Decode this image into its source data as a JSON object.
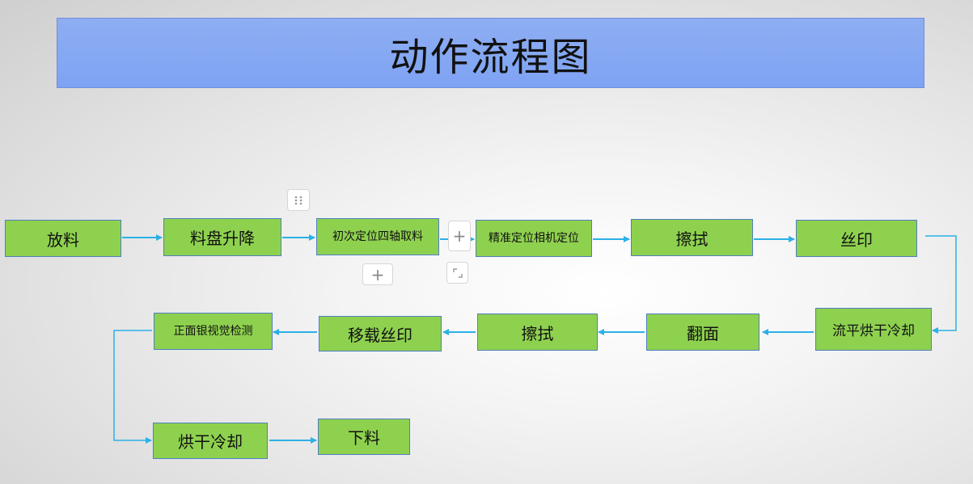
{
  "title": "动作流程图",
  "colors": {
    "node_fill": "#8ed14f",
    "node_border": "#4f7fc0",
    "arrow": "#2bb0e8",
    "banner": "#7ea3f3"
  },
  "nodes": [
    {
      "id": "n1",
      "label": "放料"
    },
    {
      "id": "n2",
      "label": "料盘升降"
    },
    {
      "id": "n3",
      "label": "初次定位四轴取料"
    },
    {
      "id": "n4",
      "label": "精准定位相机定位"
    },
    {
      "id": "n5",
      "label": "擦拭"
    },
    {
      "id": "n6",
      "label": "丝印"
    },
    {
      "id": "n7",
      "label": "流平烘干冷却"
    },
    {
      "id": "n8",
      "label": "翻面"
    },
    {
      "id": "n9",
      "label": "擦拭"
    },
    {
      "id": "n10",
      "label": "移载丝印"
    },
    {
      "id": "n11",
      "label": "正面银视觉检测"
    },
    {
      "id": "n12",
      "label": "烘干冷却"
    },
    {
      "id": "n13",
      "label": "下料"
    }
  ],
  "edges": [
    {
      "from": "放料",
      "to": "料盘升降"
    },
    {
      "from": "料盘升降",
      "to": "初次定位四轴取料"
    },
    {
      "from": "初次定位四轴取料",
      "to": "精准定位相机定位"
    },
    {
      "from": "精准定位相机定位",
      "to": "擦拭"
    },
    {
      "from": "擦拭",
      "to": "丝印"
    },
    {
      "from": "丝印",
      "to": "流平烘干冷却"
    },
    {
      "from": "流平烘干冷却",
      "to": "翻面"
    },
    {
      "from": "翻面",
      "to": "擦拭"
    },
    {
      "from": "擦拭",
      "to": "移载丝印"
    },
    {
      "from": "移载丝印",
      "to": "正面银视觉检测"
    },
    {
      "from": "正面银视觉检测",
      "to": "烘干冷却"
    },
    {
      "from": "烘干冷却",
      "to": "下料"
    }
  ],
  "toolbar": {
    "drag_icon": "drag-handle-icon",
    "add_icon": "plus-icon",
    "add_symbol": "+",
    "resize_icon": "resize-icon"
  }
}
